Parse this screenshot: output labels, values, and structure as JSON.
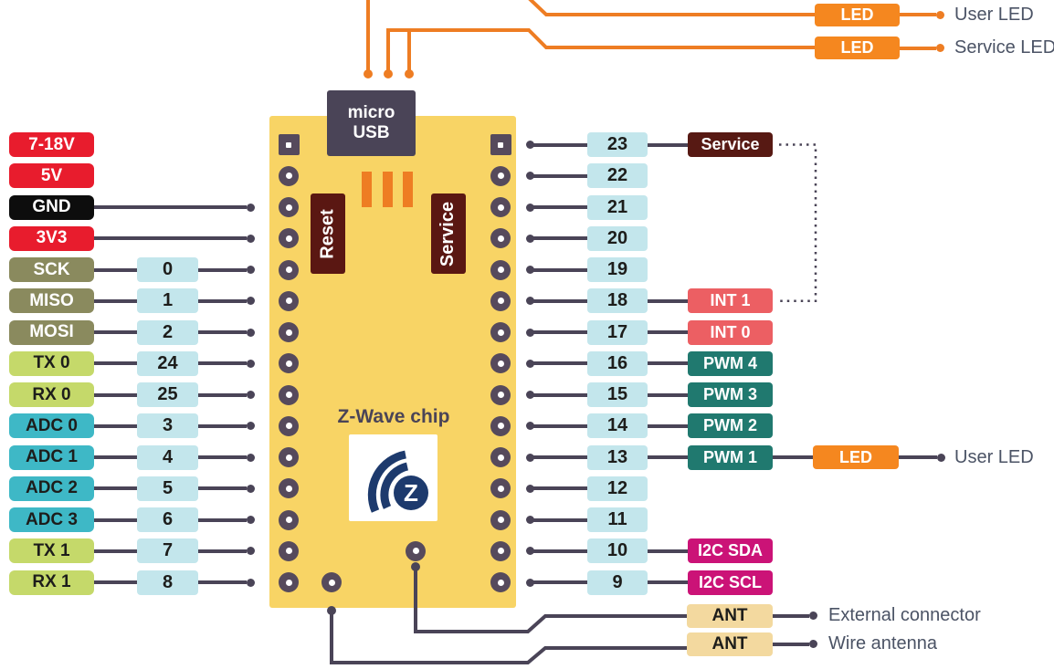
{
  "board": {
    "usb_line1": "micro",
    "usb_line2": "USB",
    "reset_label": "Reset",
    "service_label": "Service",
    "chip_label": "Z-Wave chip",
    "logo_letter": "Z"
  },
  "left_pins": [
    {
      "label": "7-18V",
      "bg": "#e81c2d",
      "fg": "#ffffff",
      "pin": null,
      "line": false
    },
    {
      "label": "5V",
      "bg": "#e81c2d",
      "fg": "#ffffff",
      "pin": null,
      "line": false
    },
    {
      "label": "GND",
      "bg": "#0d0d0d",
      "fg": "#ffffff",
      "pin": null,
      "line": true
    },
    {
      "label": "3V3",
      "bg": "#e81c2d",
      "fg": "#ffffff",
      "pin": null,
      "line": true
    },
    {
      "label": "SCK",
      "bg": "#8a8a5e",
      "fg": "#ffffff",
      "pin": "0",
      "line": true
    },
    {
      "label": "MISO",
      "bg": "#8a8a5e",
      "fg": "#ffffff",
      "pin": "1",
      "line": true
    },
    {
      "label": "MOSI",
      "bg": "#8a8a5e",
      "fg": "#ffffff",
      "pin": "2",
      "line": true
    },
    {
      "label": "TX 0",
      "bg": "#c5d96a",
      "fg": "#1d1d1b",
      "pin": "24",
      "line": true
    },
    {
      "label": "RX 0",
      "bg": "#c5d96a",
      "fg": "#1d1d1b",
      "pin": "25",
      "line": true
    },
    {
      "label": "ADC 0",
      "bg": "#3eb8c6",
      "fg": "#1d1d1b",
      "pin": "3",
      "line": true
    },
    {
      "label": "ADC 1",
      "bg": "#3eb8c6",
      "fg": "#1d1d1b",
      "pin": "4",
      "line": true
    },
    {
      "label": "ADC 2",
      "bg": "#3eb8c6",
      "fg": "#1d1d1b",
      "pin": "5",
      "line": true
    },
    {
      "label": "ADC 3",
      "bg": "#3eb8c6",
      "fg": "#1d1d1b",
      "pin": "6",
      "line": true
    },
    {
      "label": "TX 1",
      "bg": "#c5d96a",
      "fg": "#1d1d1b",
      "pin": "7",
      "line": true
    },
    {
      "label": "RX 1",
      "bg": "#c5d96a",
      "fg": "#1d1d1b",
      "pin": "8",
      "line": true
    }
  ],
  "right_pins": [
    {
      "pin": "23",
      "label": "Service",
      "bg": "#571913",
      "fg": "#ffffff"
    },
    {
      "pin": "22",
      "label": null
    },
    {
      "pin": "21",
      "label": null
    },
    {
      "pin": "20",
      "label": null
    },
    {
      "pin": "19",
      "label": null
    },
    {
      "pin": "18",
      "label": "INT 1",
      "bg": "#ec5f63",
      "fg": "#ffffff"
    },
    {
      "pin": "17",
      "label": "INT 0",
      "bg": "#ec5f63",
      "fg": "#ffffff"
    },
    {
      "pin": "16",
      "label": "PWM 4",
      "bg": "#20796f",
      "fg": "#ffffff"
    },
    {
      "pin": "15",
      "label": "PWM 3",
      "bg": "#20796f",
      "fg": "#ffffff"
    },
    {
      "pin": "14",
      "label": "PWM 2",
      "bg": "#20796f",
      "fg": "#ffffff"
    },
    {
      "pin": "13",
      "label": "PWM 1",
      "bg": "#20796f",
      "fg": "#ffffff",
      "led_box": "LED",
      "led_text": "User LED"
    },
    {
      "pin": "12",
      "label": null
    },
    {
      "pin": "11",
      "label": null
    },
    {
      "pin": "10",
      "label": "I2C SDA",
      "bg": "#cb1377",
      "fg": "#ffffff"
    },
    {
      "pin": "9",
      "label": "I2C SCL",
      "bg": "#cb1377",
      "fg": "#ffffff"
    }
  ],
  "top_leds": [
    {
      "box": "LED",
      "text": "User LED"
    },
    {
      "box": "LED",
      "text": "Service LED"
    }
  ],
  "antennas": [
    {
      "box": "ANT",
      "text": "External connector"
    },
    {
      "box": "ANT",
      "text": "Wire antenna"
    }
  ],
  "colors": {
    "board": "#f8d465",
    "slate": "#4a4457",
    "plum": "#564a5c",
    "orange": "#ee7d23",
    "maroon": "#5a1712",
    "pinbox": "#c3e6ec",
    "wheat": "#f3d99f",
    "ledbox": "#f5871f",
    "graytext": "#4b5365",
    "navy": "#1d3a6d",
    "pinnum_fg": "#1d1d1b"
  }
}
